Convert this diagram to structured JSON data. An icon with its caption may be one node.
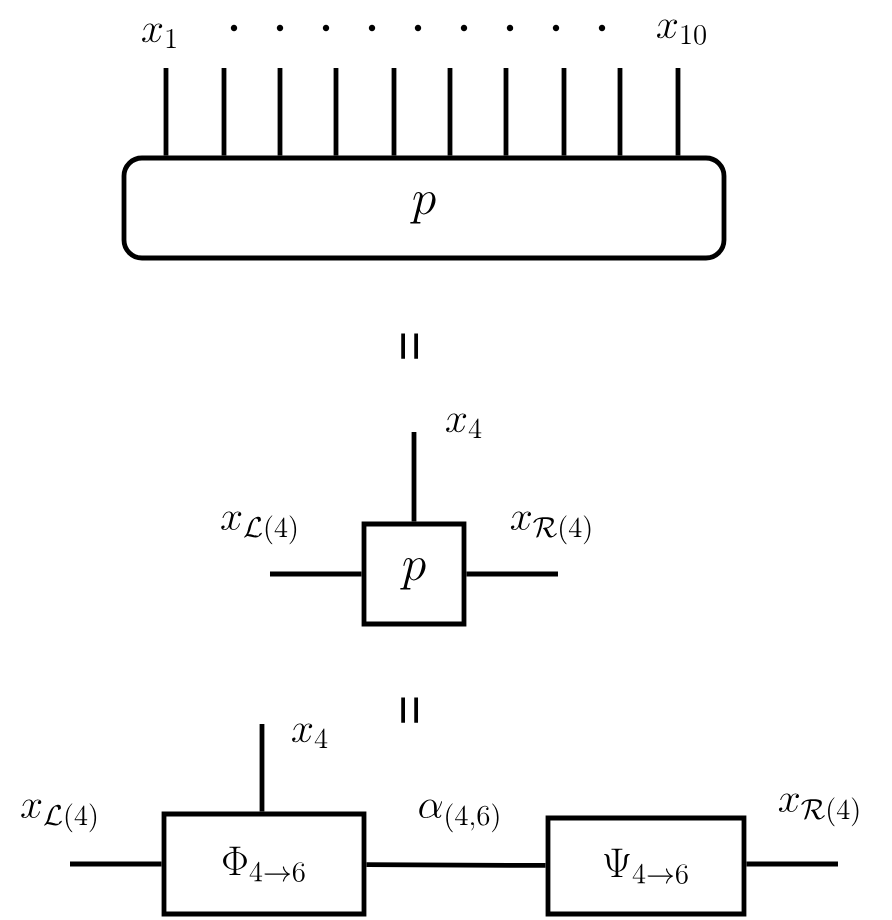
{
  "diagram": {
    "nodes": [
      {
        "text": [
          "p"
        ]
      },
      {
        "text": [
          "p"
        ]
      },
      {
        "text": [
          "\\Phi_{4\\to 6}"
        ]
      },
      {
        "text": [
          "\\Psi_{4\\to 6}"
        ]
      }
    ],
    "edges": [
      {
        "from": 0,
        "to": null,
        "arrow": "none",
        "label": "x_1"
      },
      {
        "from": 0,
        "to": null,
        "arrow": "none"
      },
      {
        "from": 0,
        "to": null,
        "arrow": "none"
      },
      {
        "from": 0,
        "to": null,
        "arrow": "none"
      },
      {
        "from": 0,
        "to": null,
        "arrow": "none"
      },
      {
        "from": 0,
        "to": null,
        "arrow": "none"
      },
      {
        "from": 0,
        "to": null,
        "arrow": "none"
      },
      {
        "from": 0,
        "to": null,
        "arrow": "none"
      },
      {
        "from": 0,
        "to": null,
        "arrow": "none"
      },
      {
        "from": 0,
        "to": null,
        "arrow": "none",
        "label": "x_{10}"
      },
      {
        "from": 1,
        "to": null,
        "arrow": "none",
        "label": "x_4"
      },
      {
        "from": null,
        "to": 1,
        "arrow": "none",
        "label": "x_{\\mathcal{L}(4)}"
      },
      {
        "from": 1,
        "to": null,
        "arrow": "none",
        "label": "x_{\\mathcal{R}(4)}"
      },
      {
        "from": 2,
        "to": null,
        "arrow": "none",
        "label": "x_4"
      },
      {
        "from": null,
        "to": 2,
        "arrow": "none",
        "label": "x_{\\mathcal{L}(4)}"
      },
      {
        "from": 2,
        "to": 3,
        "arrow": "none",
        "label": "\\alpha_{(4,6)}"
      },
      {
        "from": 3,
        "to": null,
        "arrow": "none",
        "label": "x_{\\mathcal{R}(4)}"
      }
    ],
    "labels": [
      "=",
      "="
    ]
  }
}
